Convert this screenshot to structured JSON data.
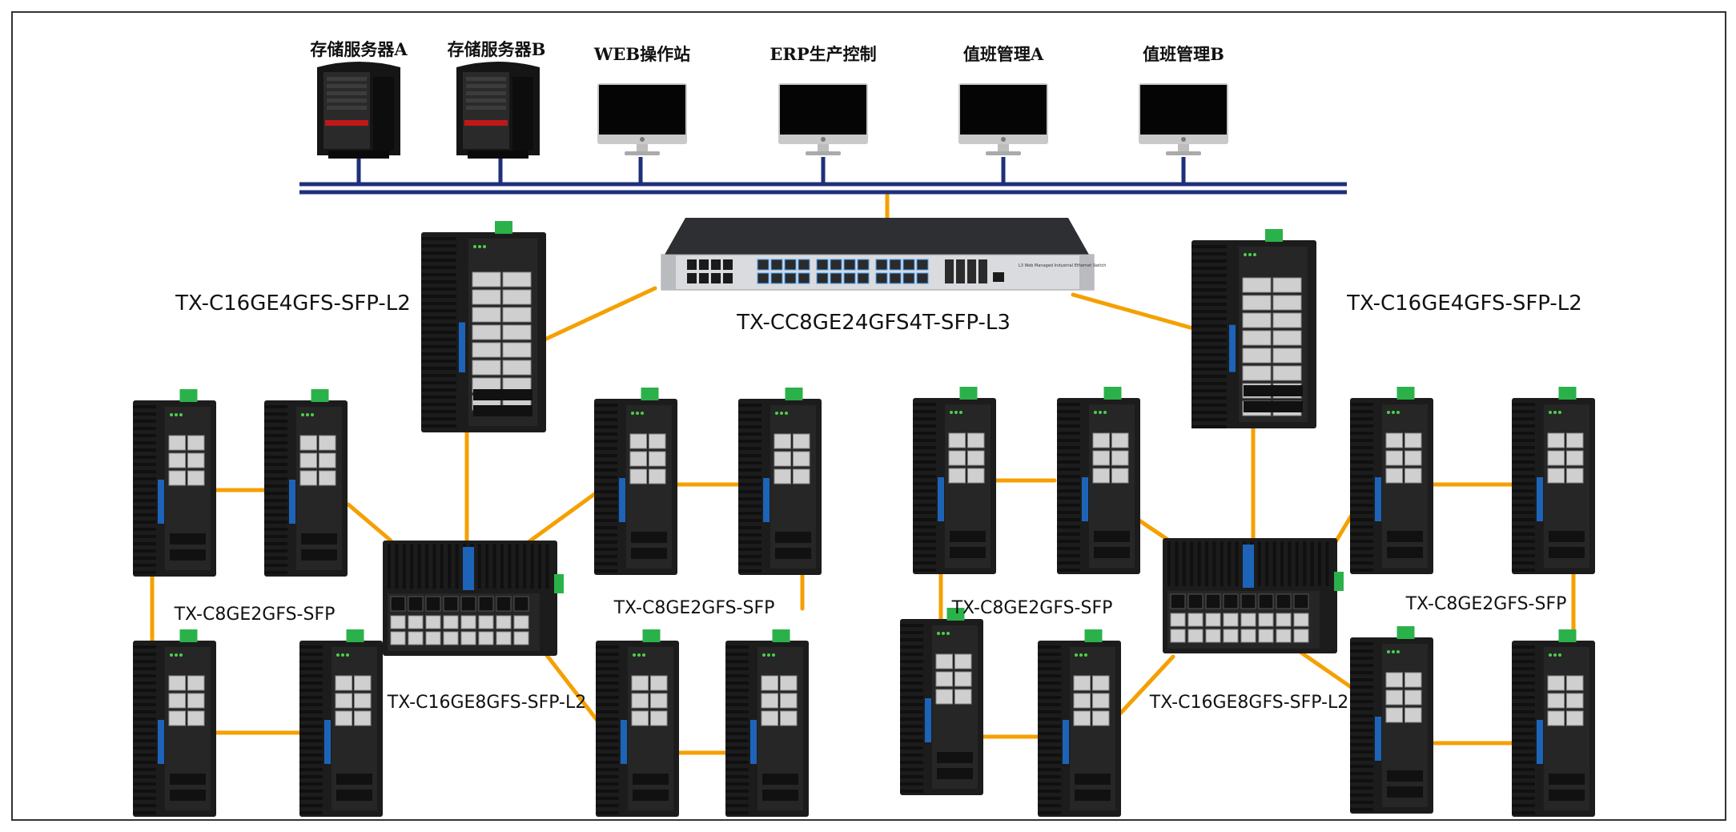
{
  "top_nodes": [
    {
      "label": "存储服务器A",
      "kind": "server"
    },
    {
      "label": "存储服务器B",
      "kind": "server"
    },
    {
      "label": "WEB操作站",
      "kind": "monitor"
    },
    {
      "label": "ERP生产控制",
      "kind": "monitor"
    },
    {
      "label": "值班管理A",
      "kind": "monitor"
    },
    {
      "label": "值班管理B",
      "kind": "monitor"
    }
  ],
  "core_switch": {
    "label": "TX-CC8GE24GFS4T-SFP-L3",
    "panel_text": "L3 Web Managed Industrial Ethernet Switch"
  },
  "dist_left": {
    "label": "TX-C16GE4GFS-SFP-L2"
  },
  "dist_right": {
    "label": "TX-C16GE4GFS-SFP-L2"
  },
  "agg_left": {
    "label": "TX-C16GE8GFS-SFP-L2"
  },
  "agg_right": {
    "label": "TX-C16GE8GFS-SFP-L2"
  },
  "ring_labels": [
    "TX-C8GE2GFS-SFP",
    "TX-C8GE2GFS-SFP",
    "TX-C8GE2GFS-SFP",
    "TX-C8GE2GFS-SFP"
  ],
  "colors": {
    "bus": "#1f2f7a",
    "link": "#f5a000",
    "chassis": "#1c1c1c",
    "terminal": "#2bb14a",
    "badge": "#1d64b8"
  }
}
